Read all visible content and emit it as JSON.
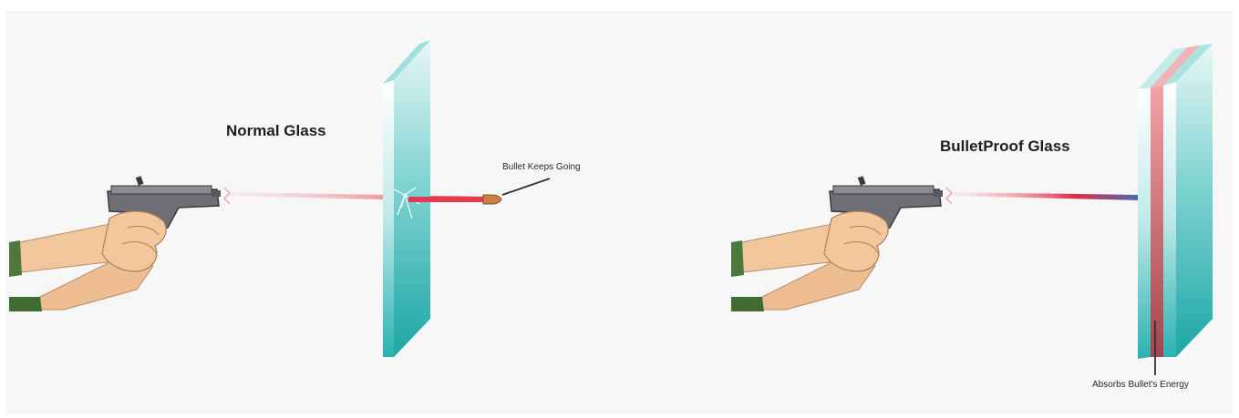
{
  "panels": {
    "normal": {
      "title": "Normal Glass",
      "annotation": "Bullet Keeps Going"
    },
    "bulletproof": {
      "title": "BulletProof Glass",
      "annotation": "Absorbs Bullet's Energy"
    }
  },
  "colors": {
    "background": "#f7f7f7",
    "glass": "#3bbfc0",
    "glass_dark": "#1fa3a6",
    "bullet_trail": "#e0324a",
    "absorb_layer": "#b5585f",
    "skin": "#f2c79c",
    "sleeve": "#4d7a3c",
    "gun": "#6d6f75"
  },
  "icons": [
    "hand-gun-icon",
    "glass-pane-icon",
    "bullet-icon",
    "crack-icon"
  ]
}
